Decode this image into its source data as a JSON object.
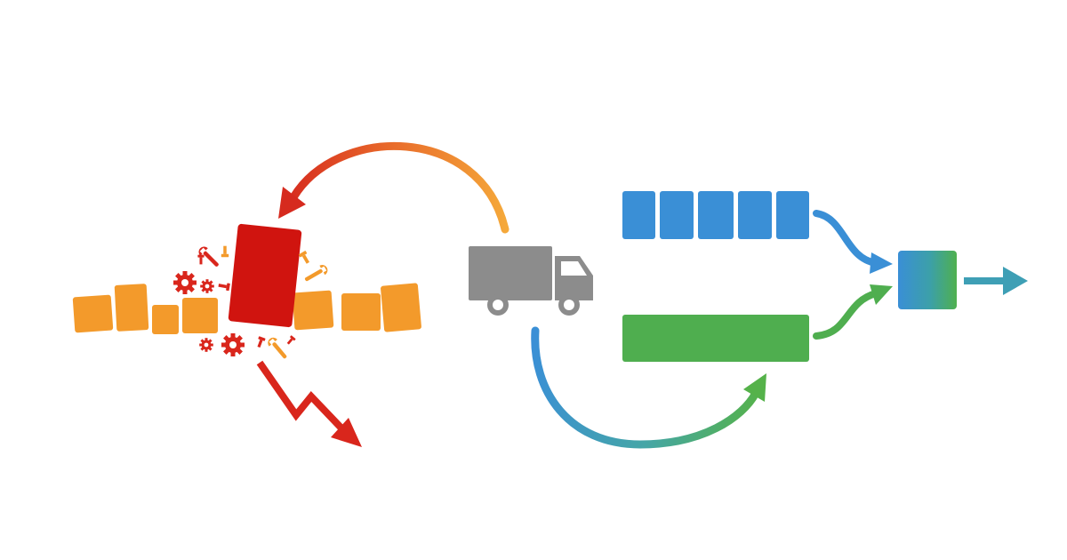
{
  "diagram": {
    "colors": {
      "background": "#ffffff",
      "orange_block": "#F39A2B",
      "red_block": "#D0140F",
      "error_red": "#D9261C",
      "truck_gray": "#8C8C8C",
      "queue_blue": "#3A8FD6",
      "lane_green": "#4FAE4F",
      "teal_arrow": "#3E9FB5",
      "arrow_orange": "#F3A23A"
    },
    "nodes": [
      {
        "id": "broken-line",
        "name": "broken-assembly-line",
        "icon": "orange-blocks-with-red-jam"
      },
      {
        "id": "tools",
        "name": "repair-tools",
        "icon": "gears-wrenches-screws"
      },
      {
        "id": "truck",
        "name": "delivery-truck",
        "icon": "truck-icon"
      },
      {
        "id": "blue-queue",
        "name": "blue-queue",
        "icon": "five-blue-blocks"
      },
      {
        "id": "green-lane",
        "name": "green-lane",
        "icon": "green-bar"
      },
      {
        "id": "merge-node",
        "name": "merge-node",
        "icon": "gradient-square"
      }
    ],
    "edges": [
      {
        "from": "truck",
        "to": "broken-line",
        "style": "curved-gradient-orange-red"
      },
      {
        "from": "truck",
        "to": "green-lane",
        "style": "curved-gradient-blue-green"
      },
      {
        "from": "blue-queue",
        "to": "merge-node",
        "style": "blue-arrow"
      },
      {
        "from": "green-lane",
        "to": "merge-node",
        "style": "green-arrow"
      },
      {
        "from": "merge-node",
        "to": "output",
        "style": "teal-arrow"
      },
      {
        "from": "broken-line",
        "to": "downturn",
        "style": "red-zigzag-down"
      }
    ]
  }
}
